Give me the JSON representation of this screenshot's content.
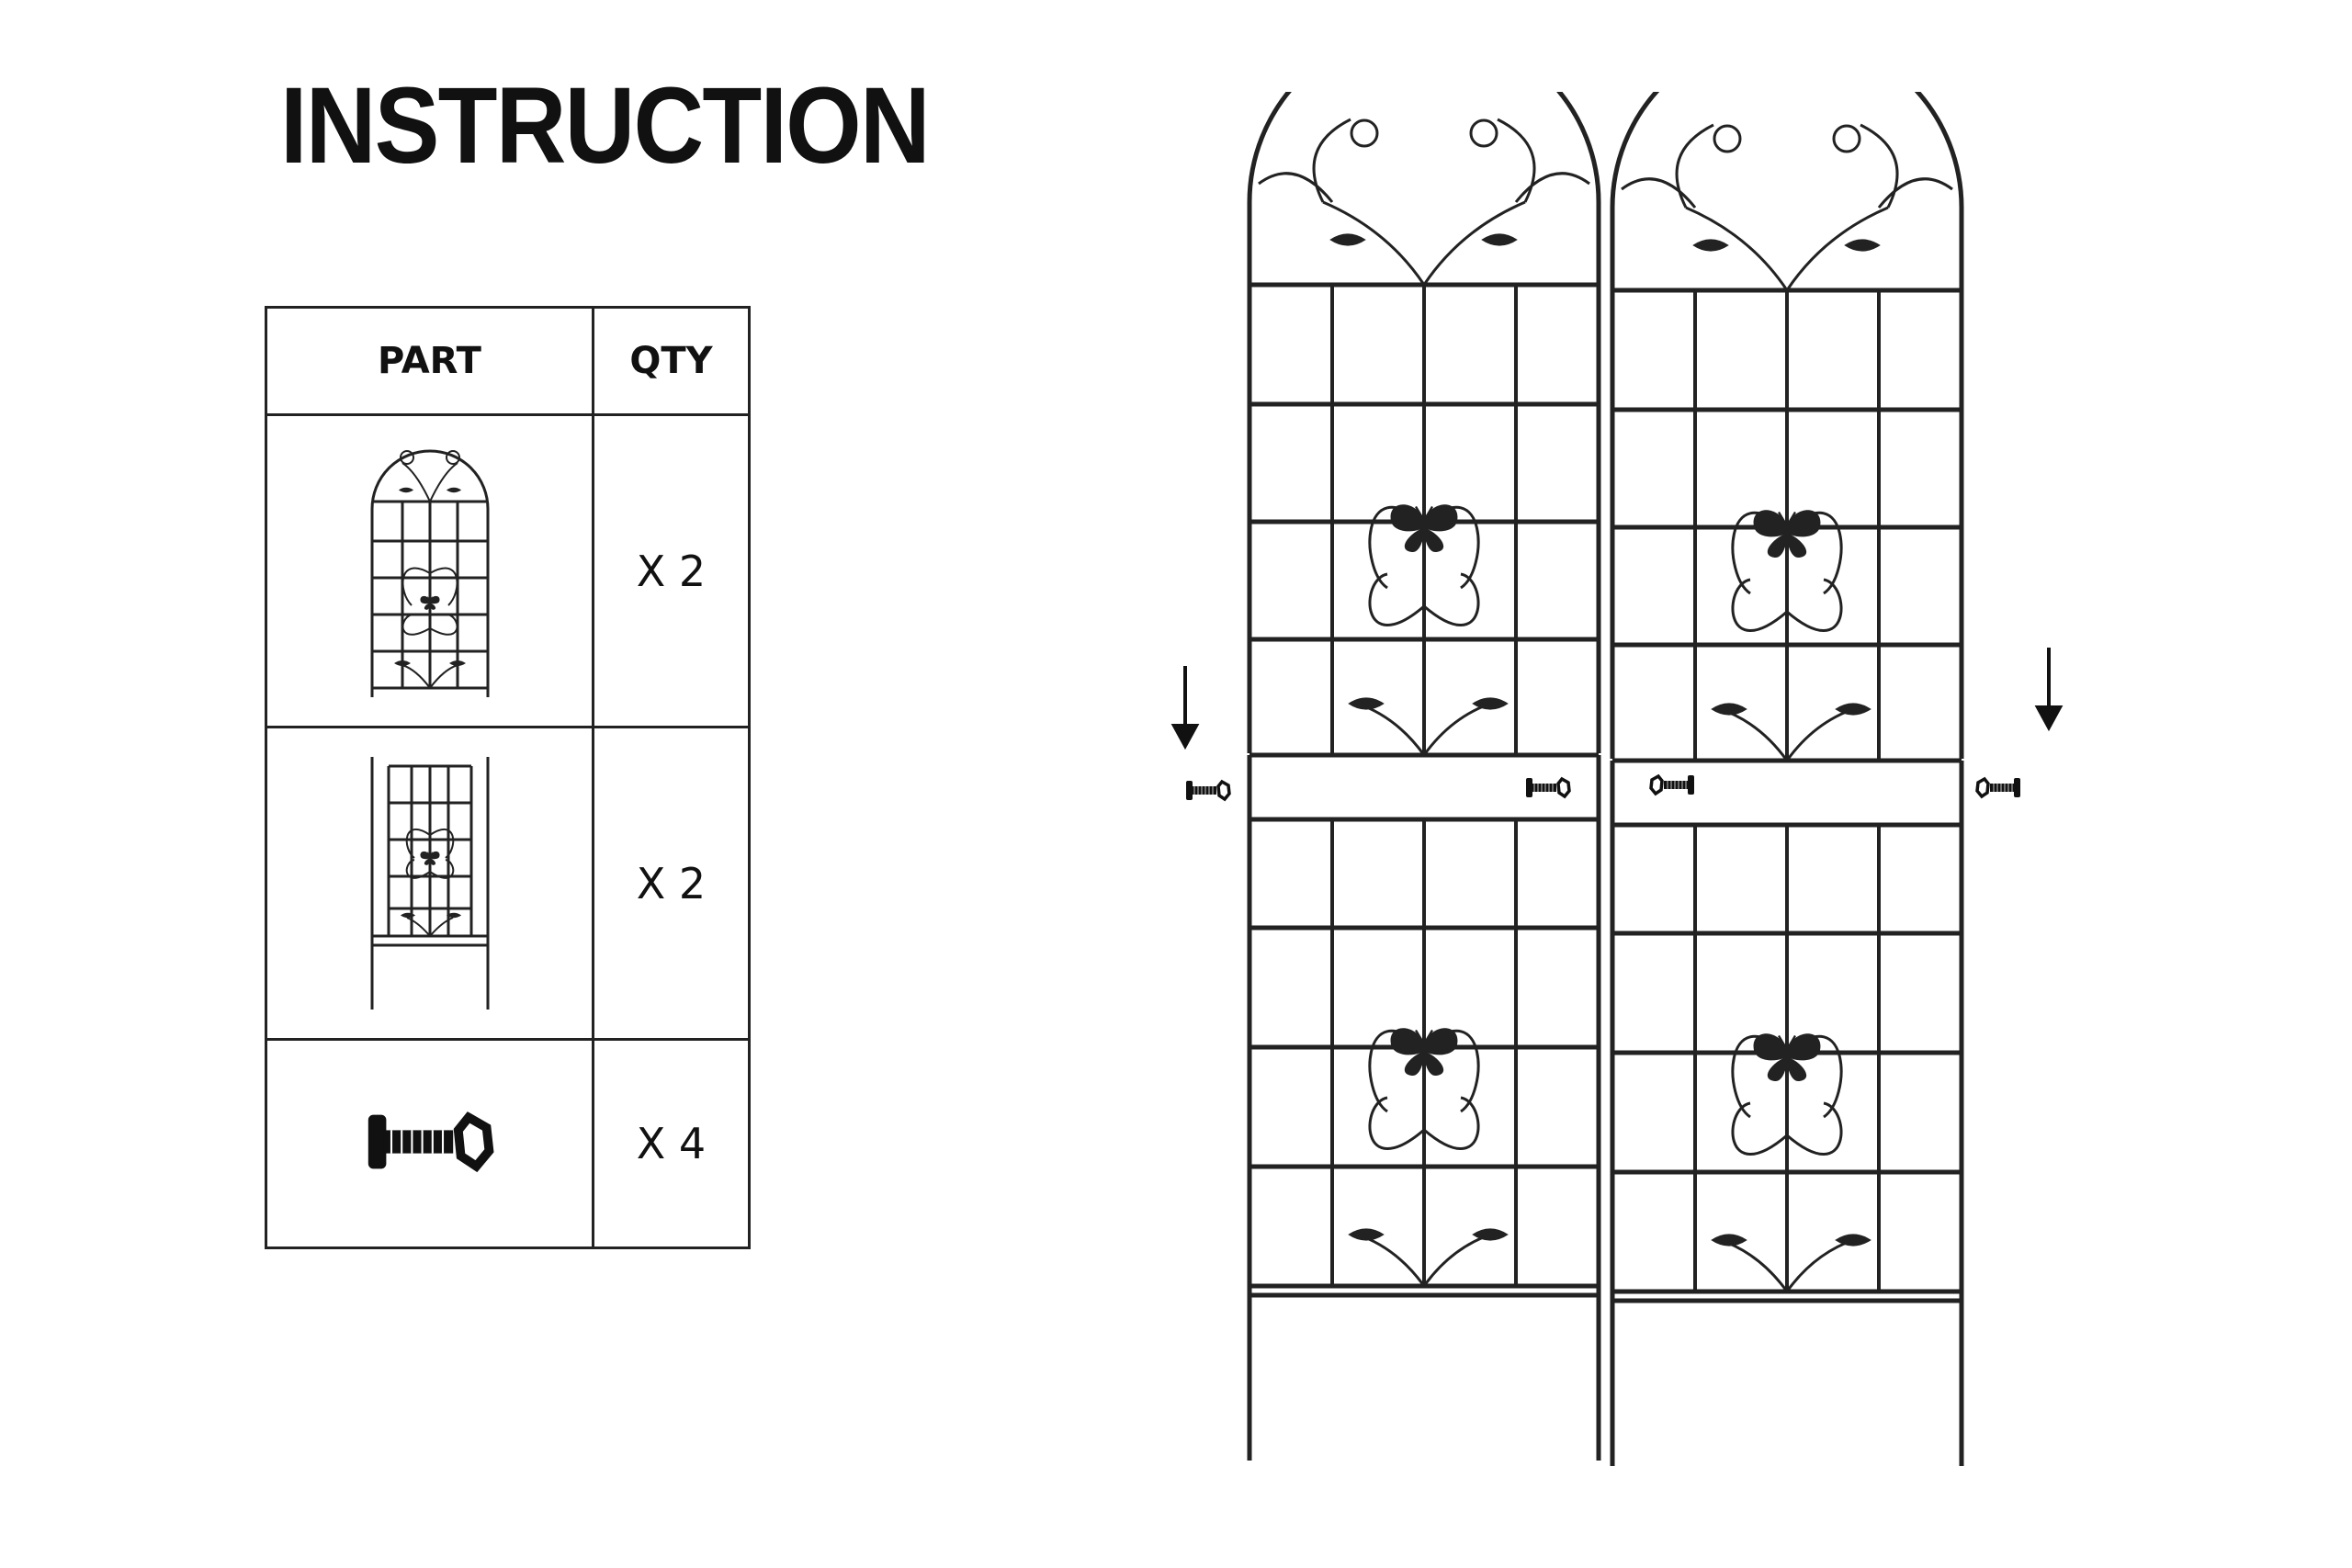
{
  "title": "INSTRUCTION",
  "table": {
    "headers": {
      "part": "PART",
      "qty": "QTY"
    },
    "rows": [
      {
        "part_icon": "arched-trellis-top-panel-icon",
        "qty": "X 2"
      },
      {
        "part_icon": "trellis-bottom-panel-with-stakes-icon",
        "qty": "X 2"
      },
      {
        "part_icon": "bolt-and-nut-icon",
        "qty": "X 4"
      }
    ]
  },
  "assembly": {
    "panels": 2,
    "arrow_icon": "down-arrow-icon",
    "fastener_icon": "bolt-and-nut-icon"
  },
  "colors": {
    "line": "#222222",
    "background": "#ffffff"
  }
}
